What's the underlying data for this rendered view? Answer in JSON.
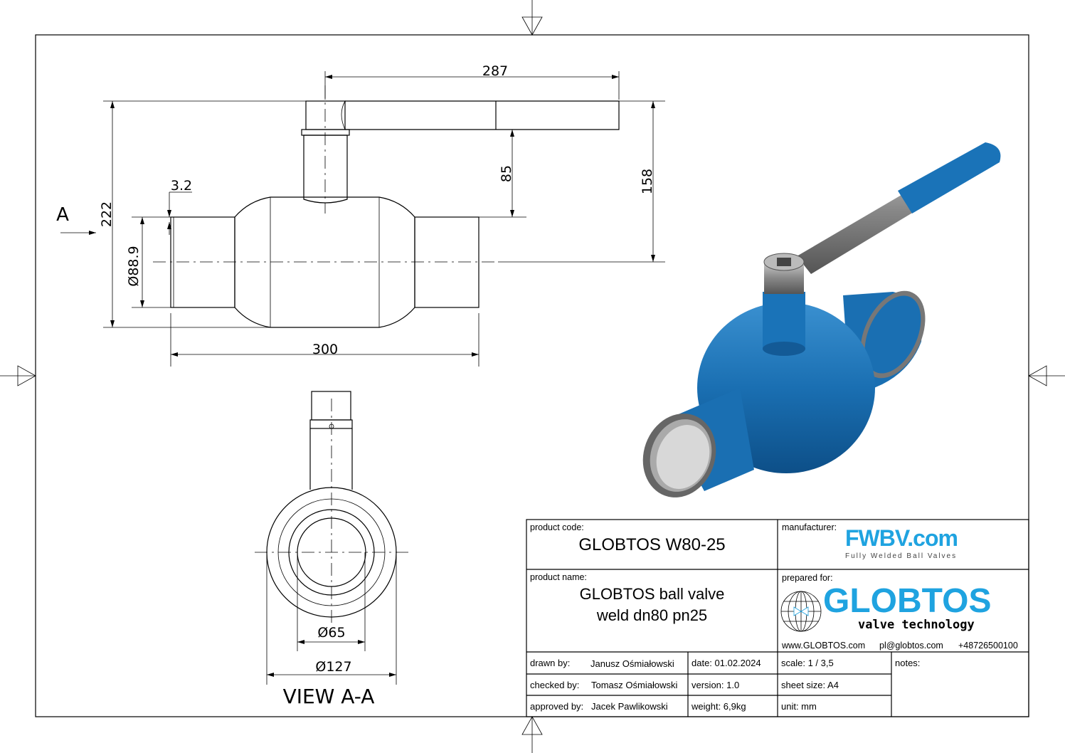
{
  "dimensions": {
    "lever_length": "287",
    "total_height": "222",
    "stem_height": "85",
    "handle_height": "158",
    "wall_thickness": "3.2",
    "pipe_diameter": "Ø88.9",
    "face_to_face": "300",
    "inner_diameter": "Ø65",
    "body_diameter": "Ø127"
  },
  "view_marker": "A",
  "view_title": "VIEW A-A",
  "title_block": {
    "product_code_label": "product code:",
    "product_code": "GLOBTOS W80-25",
    "manufacturer_label": "manufacturer:",
    "manufacturer_logo": "FWBV.com",
    "manufacturer_tagline": "Fully Welded Ball Valves",
    "product_name_label": "product name:",
    "product_name_line1": "GLOBTOS ball valve",
    "product_name_line2": "weld dn80 pn25",
    "prepared_for_label": "prepared for:",
    "client_logo": "GLOBTOS",
    "client_tagline": "valve technology",
    "website": "www.GLOBTOS.com",
    "email": "pl@globtos.com",
    "phone": "+48726500100",
    "drawn_by_label": "drawn by:",
    "drawn_by": "Janusz Ośmiałowski",
    "checked_by_label": "checked by:",
    "checked_by": "Tomasz Ośmiałowski",
    "approved_by_label": "approved by:",
    "approved_by": "Jacek Pawlikowski",
    "date": "date: 01.02.2024",
    "version": "version:  1.0",
    "weight": "weight:  6,9kg",
    "scale": "scale: 1 / 3,5",
    "sheet_size": "sheet size:  A4",
    "unit": "unit:  mm",
    "notes_label": "notes:"
  },
  "colors": {
    "brand_blue": "#1fa3e0",
    "valve_blue": "#1a73b8"
  }
}
